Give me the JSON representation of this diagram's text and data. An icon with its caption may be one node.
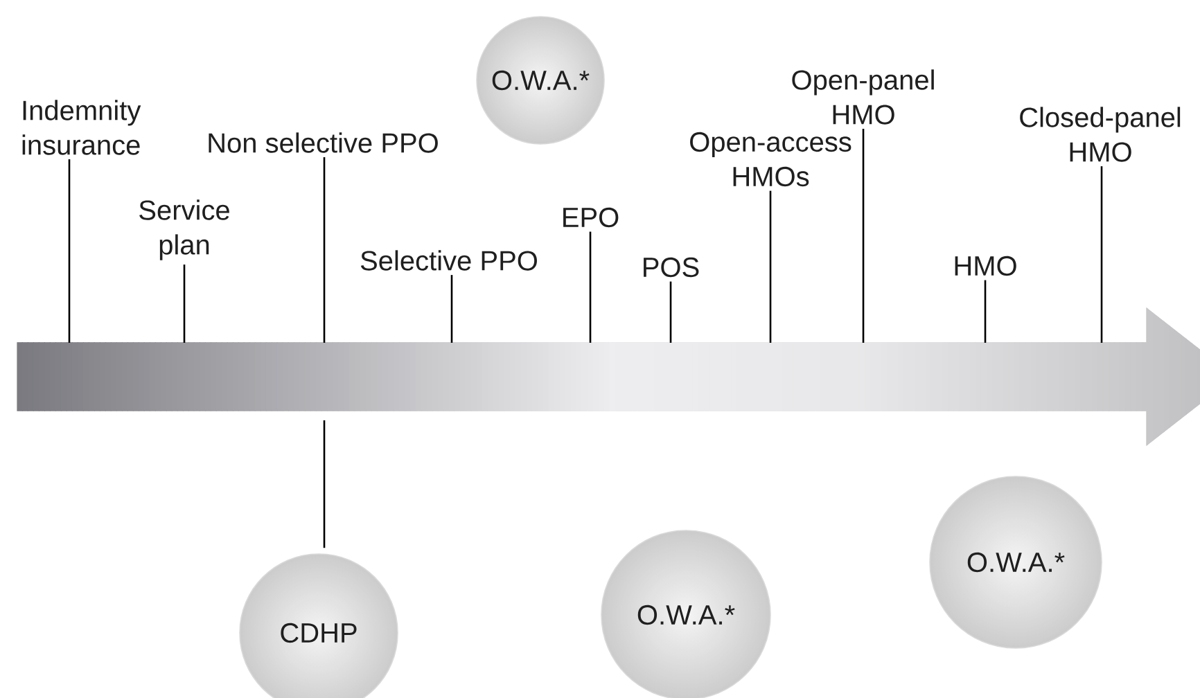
{
  "diagram": {
    "nodes": [
      {
        "text": [
          "Open-panel HMO"
        ]
      },
      {
        "text": [
          "O.W.A.*"
        ]
      },
      {
        "text": [
          "Indemnity insurance"
        ]
      },
      {
        "text": [
          "Non selective PPO"
        ]
      },
      {
        "text": [
          "Open-access HMOs"
        ]
      },
      {
        "text": [
          "Closed-panel HMO"
        ]
      },
      {
        "text": [
          "Service plan"
        ]
      },
      {
        "text": [
          "Selective PPO"
        ]
      },
      {
        "text": [
          "EPO"
        ]
      },
      {
        "text": [
          "POS"
        ]
      },
      {
        "text": [
          "HMO"
        ]
      },
      {
        "text": [],
        "shape": "bar"
      },
      {
        "text": [
          "O.W.A.*"
        ]
      },
      {
        "text": [
          "O.W.A.*"
        ]
      },
      {
        "text": [
          "CDHP"
        ]
      }
    ],
    "edges": [
      {
        "from": 2,
        "to": 11,
        "arrow": "none"
      },
      {
        "from": 6,
        "to": 11,
        "arrow": "none"
      },
      {
        "from": 3,
        "to": 11,
        "arrow": "none"
      },
      {
        "from": 7,
        "to": 11,
        "arrow": "none"
      },
      {
        "from": 8,
        "to": 11,
        "arrow": "none"
      },
      {
        "from": 9,
        "to": 11,
        "arrow": "none"
      },
      {
        "from": 4,
        "to": 11,
        "arrow": "none"
      },
      {
        "from": 0,
        "to": 11,
        "arrow": "none"
      },
      {
        "from": 10,
        "to": 11,
        "arrow": "none"
      },
      {
        "from": 5,
        "to": 11,
        "arrow": "none"
      },
      {
        "from": 14,
        "to": 11,
        "arrow": "none"
      }
    ]
  }
}
